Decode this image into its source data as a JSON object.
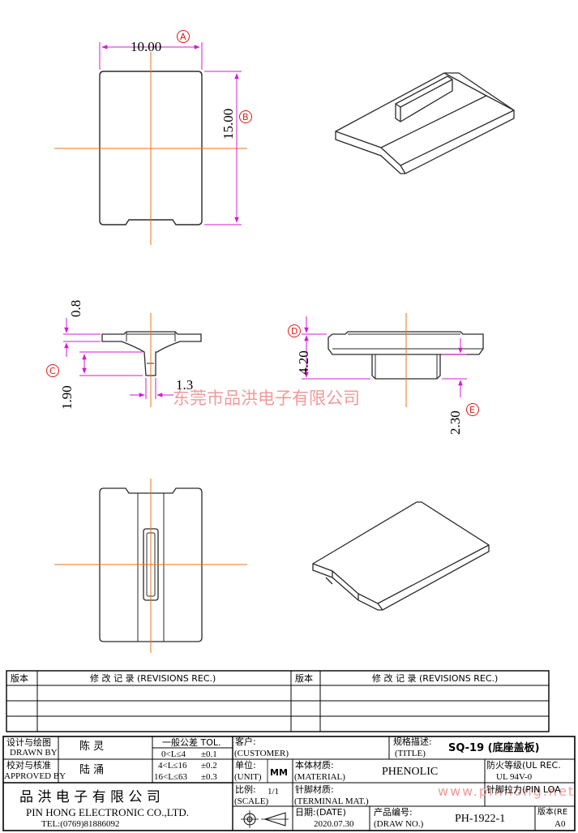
{
  "dimensions": {
    "width_a": "10.00",
    "height_b": "15.00",
    "thickness_top": "0.8",
    "boss_height": "1.90",
    "boss_width": "1.3",
    "overall_height": "4.20",
    "post_depth": "2.30"
  },
  "callouts": {
    "a": "A",
    "b": "B",
    "c": "C",
    "d": "D",
    "e": "E"
  },
  "watermark_center": "东莞市品洪电子有限公司",
  "watermark_corner": "www.pinhong.net",
  "revision_table": {
    "col_rev_no": "版本",
    "col_rev_rec": "修 改 记 录  (REVISIONS REC.)"
  },
  "title_block": {
    "drawn_label_cn": "设计与绘图",
    "drawn_label_en": "DRAWN BY",
    "drawn_name": "陈 灵",
    "approved_label_cn": "校对与核准",
    "approved_label_en": "APPROVED BY",
    "approved_name": "陆 涌",
    "tol_label": "一般公差 TOL.",
    "tol_rows": [
      {
        "range": "0<L≤4",
        "value": "±0.1"
      },
      {
        "range": "4<L≤16",
        "value": "±0.2"
      },
      {
        "range": "16<L≤63",
        "value": "±0.3"
      }
    ],
    "customer_label_cn": "客户:",
    "customer_label_en": "(CUSTOMER)",
    "unit_label_cn": "单位:",
    "unit_label_en": "(UNIT)",
    "unit_value": "MM",
    "scale_label_cn": "比例:",
    "scale_label_en": "(SCALE)",
    "scale_value": "1/1",
    "title_label_cn": "规格描述:",
    "title_label_en": "(TITLE)",
    "title_value": "SQ-19 (底座盖板)",
    "material_label_cn": "本体材质:",
    "material_label_en": "(MATERIAL)",
    "material_value": "PHENOLIC",
    "fire_label": "防火等级(UL REC.",
    "fire_value": "UL 94V-0",
    "terminal_label_cn": "针脚材质:",
    "terminal_label_en": "(TERMINAL MAT.)",
    "pin_load_label": "针脚拉力(PIN LOA",
    "date_label": "日期:(DATE)",
    "date_value": "2020.07.30",
    "drawing_no_label_cn": "产品编号:",
    "drawing_no_label_en": "(DRAW NO.)",
    "drawing_no_value": "PH-1922-1",
    "rev_label": "版本(RE",
    "rev_value": "A0",
    "company_cn": "品 洪 电 子 有 限 公 司",
    "company_en": "PIN HONG ELECTRONIC CO.,LTD.",
    "company_tel": "TEL:(0769)81886092"
  },
  "colors": {
    "outline": "#2a2a2a",
    "centerline": "#e8761a",
    "dimension": "#d61ad6",
    "callout": "#e01818",
    "watermark": "#ef9b9b"
  }
}
